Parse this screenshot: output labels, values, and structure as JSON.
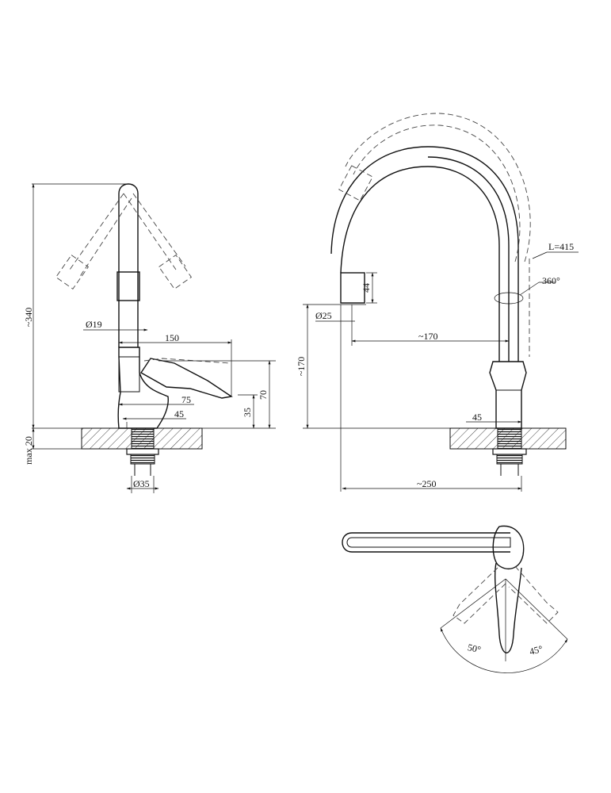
{
  "labels": {
    "side_height": "~340",
    "max_thickness": "max 20",
    "spout_diameter": "Ø19",
    "lever_length": "150",
    "lever_reach": "75",
    "body_height": "35",
    "lever_height": "70",
    "base_width_left": "45",
    "mount_diameter": "Ø35",
    "spout_end_length": "44",
    "outlet_diameter": "Ø25",
    "spout_reach": "~170",
    "spout_height": "~170",
    "base_width_right": "45",
    "overall_reach": "~250",
    "spout_length": "L=415",
    "rotation": "360°",
    "lever_angle_left": "50°",
    "lever_angle_right": "45°"
  }
}
